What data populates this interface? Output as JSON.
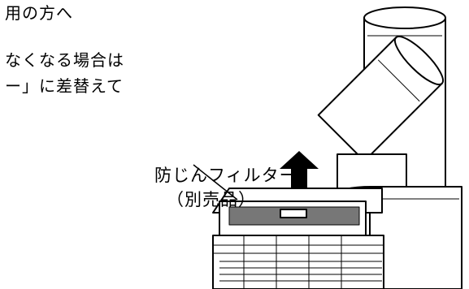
{
  "text_lines": {
    "line1": "用の方へ",
    "line2": "なくなる場合は",
    "line3": "ー」に差替えて"
  },
  "callout": {
    "label": "防じんフィルター",
    "sub_label": "（別売品）"
  }
}
